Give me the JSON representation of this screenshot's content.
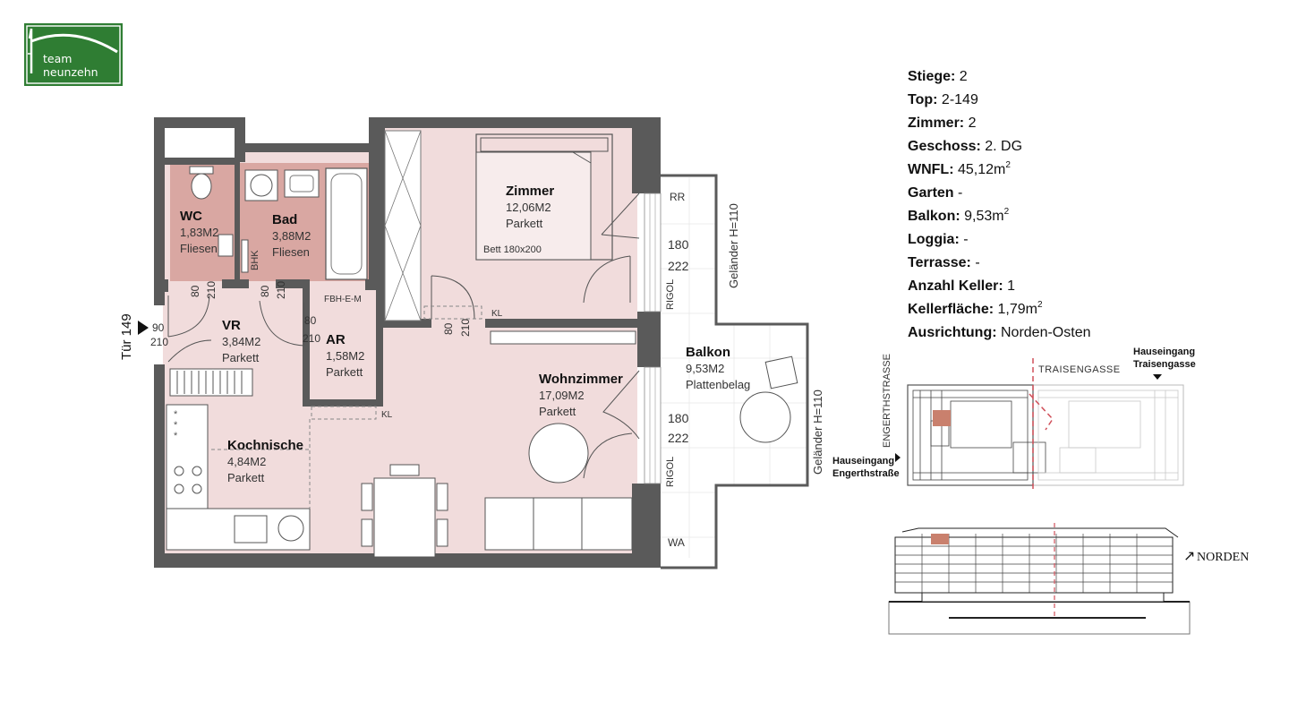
{
  "logo": {
    "line1": "team",
    "line2": "neunzehn",
    "color": "#2f7d33"
  },
  "colors": {
    "wall": "#5a5a5a",
    "floor_pink": "#f1dcdc",
    "floor_wet": "#d9a7a2",
    "highlight": "#c9806d",
    "cut_line": "#d0505a"
  },
  "rooms": {
    "wc": {
      "name": "WC",
      "area": "1,83M2",
      "floor": "Fliesen"
    },
    "bad": {
      "name": "Bad",
      "area": "3,88M2",
      "floor": "Fliesen"
    },
    "zimmer": {
      "name": "Zimmer",
      "area": "12,06M2",
      "floor": "Parkett"
    },
    "vr": {
      "name": "VR",
      "area": "3,84M2",
      "floor": "Parkett"
    },
    "ar": {
      "name": "AR",
      "area": "1,58M2",
      "floor": "Parkett"
    },
    "wohnzimmer": {
      "name": "Wohnzimmer",
      "area": "17,09M2",
      "floor": "Parkett"
    },
    "kochnische": {
      "name": "Kochnische",
      "area": "4,84M2",
      "floor": "Parkett"
    },
    "balkon": {
      "name": "Balkon",
      "area": "9,53M2",
      "floor": "Plattenbelag"
    }
  },
  "plan_labels": {
    "bett": "Bett 180x200",
    "bhk": "BHK",
    "fbh": "FBH-E-M",
    "kl": "KL",
    "rr": "RR",
    "wa": "WA",
    "rigol": "RIGOL",
    "gelaender": "Geländer H=110",
    "tuer": "Tür 149",
    "d90": "90",
    "d210": "210",
    "d80": "80",
    "d180": "180",
    "d222": "222"
  },
  "info": {
    "stiege": {
      "label": "Stiege:",
      "value": "2"
    },
    "top": {
      "label": "Top:",
      "value": "2-149"
    },
    "zimmer": {
      "label": "Zimmer:",
      "value": "2"
    },
    "geschoss": {
      "label": "Geschoss:",
      "value": "2. DG"
    },
    "wnfl": {
      "label": "WNFL:",
      "value": "45,12m",
      "sup": "2"
    },
    "garten": {
      "label": "Garten",
      "value": "-"
    },
    "balkon": {
      "label": "Balkon:",
      "value": "9,53m",
      "sup": "2"
    },
    "loggia": {
      "label": "Loggia:",
      "value": "-"
    },
    "terrasse": {
      "label": "Terrasse:",
      "value": "-"
    },
    "keller": {
      "label": "Anzahl Keller:",
      "value": "1"
    },
    "kellerflaeche": {
      "label": "Kellerfläche:",
      "value": "1,79m",
      "sup": "2"
    },
    "ausrichtung": {
      "label": "Ausrichtung:",
      "value": "Norden-Osten"
    }
  },
  "site": {
    "traisengasse": "TRAISENGASSE",
    "engerthstrasse": "ENGERTHSTRASSE",
    "hauseingang_t1": "Hauseingang",
    "hauseingang_t2": "Traisengasse",
    "hauseingang_e1": "Hauseingang",
    "hauseingang_e2": "Engerthstraße",
    "norden": "NORDEN",
    "arrow": "↗"
  }
}
